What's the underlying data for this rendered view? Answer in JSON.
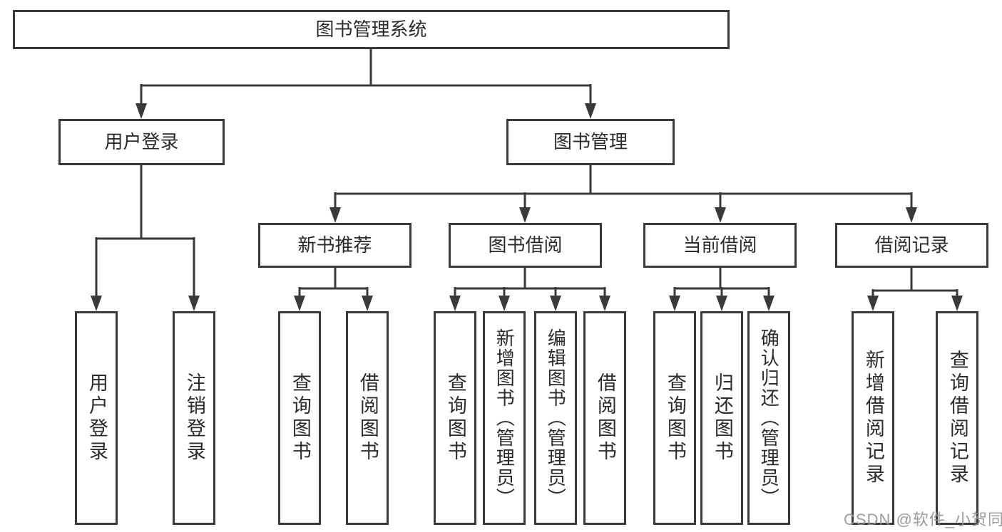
{
  "tree": {
    "root": {
      "label": "图书管理系统",
      "children": [
        {
          "label": "用户登录",
          "children": [
            {
              "label": "用户登录"
            },
            {
              "label": "注销登录"
            }
          ]
        },
        {
          "label": "图书管理",
          "children": [
            {
              "label": "新书推荐",
              "children": [
                {
                  "label": "查询图书"
                },
                {
                  "label": "借阅图书"
                }
              ]
            },
            {
              "label": "图书借阅",
              "children": [
                {
                  "label": "查询图书"
                },
                {
                  "label": "新增图书（管理员）"
                },
                {
                  "label": "编辑图书（管理员）"
                },
                {
                  "label": "借阅图书"
                }
              ]
            },
            {
              "label": "当前借阅",
              "children": [
                {
                  "label": "查询图书"
                },
                {
                  "label": "归还图书"
                },
                {
                  "label": "确认归还（管理员）"
                }
              ]
            },
            {
              "label": "借阅记录",
              "children": [
                {
                  "label": "新增借阅记录"
                },
                {
                  "label": "查询借阅记录"
                }
              ]
            }
          ]
        }
      ]
    }
  },
  "watermark": "CSDN @软件_小贺同学",
  "colors": {
    "line": "#3a3a3a",
    "box_border": "#3a3a3a",
    "text": "#2b2b2b",
    "watermark": "#949494"
  }
}
